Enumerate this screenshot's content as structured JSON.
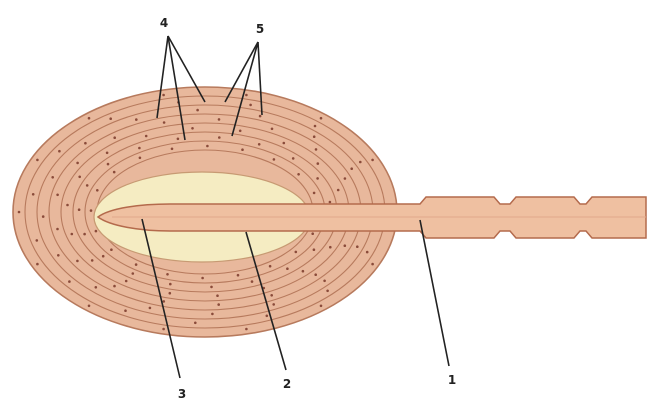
{
  "diagram": {
    "labels": {
      "fibrous_layers": "4",
      "cells": "5",
      "nerve_ending": "3",
      "inner_bulb": "2",
      "nerve_fiber": "1"
    },
    "colors": {
      "capsule_fill": "#e8b89c",
      "capsule_layer_line": "#b77a5d",
      "inner_bulb_fill": "#f5ecc2",
      "nerve_fiber_fill": "#efc0a1",
      "nerve_fiber_edge": "#b46a4c",
      "cell_dot": "#8a4b3a",
      "pointer_line": "#222222"
    }
  }
}
